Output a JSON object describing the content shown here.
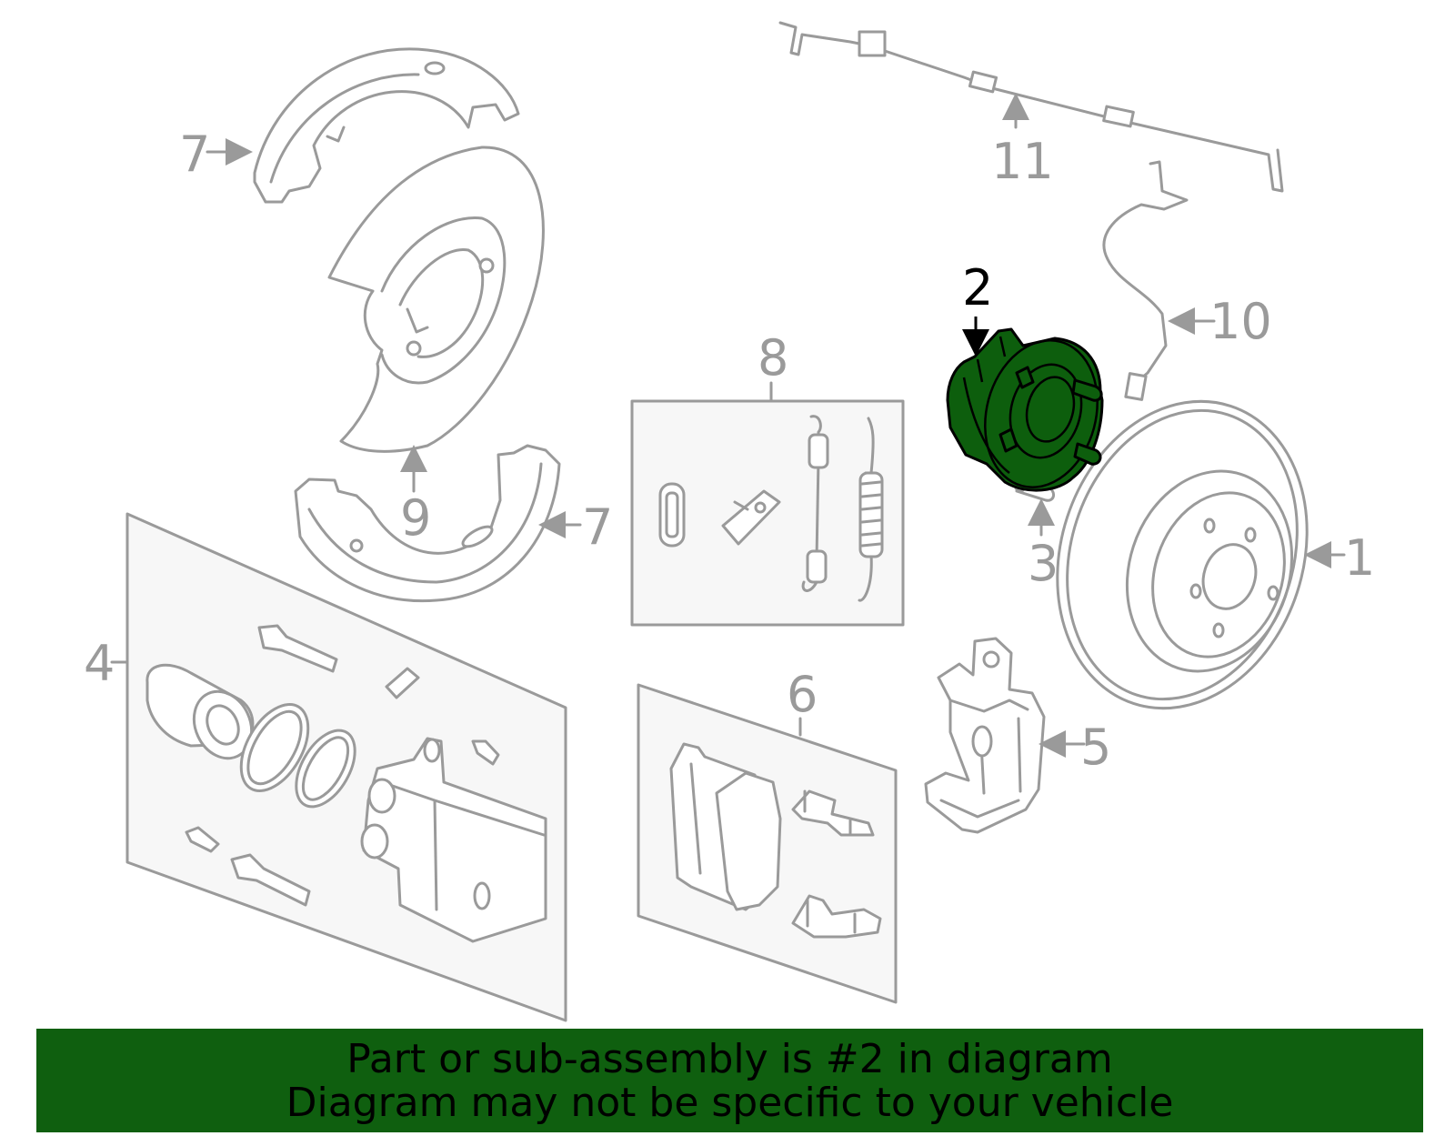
{
  "callouts": {
    "c1": "1",
    "c2": "2",
    "c3": "3",
    "c4": "4",
    "c5": "5",
    "c6": "6",
    "c7a": "7",
    "c7b": "7",
    "c8": "8",
    "c9": "9",
    "c10": "10",
    "c11": "11"
  },
  "highlighted_part": "2",
  "colors": {
    "highlight": "#0d5e0d",
    "banner": "#0f5f0f",
    "part_outline": "#9a9a9a"
  },
  "banner": {
    "line1": "Part or sub-assembly is #2 in diagram",
    "line2": "Diagram may not be specific to your vehicle"
  }
}
